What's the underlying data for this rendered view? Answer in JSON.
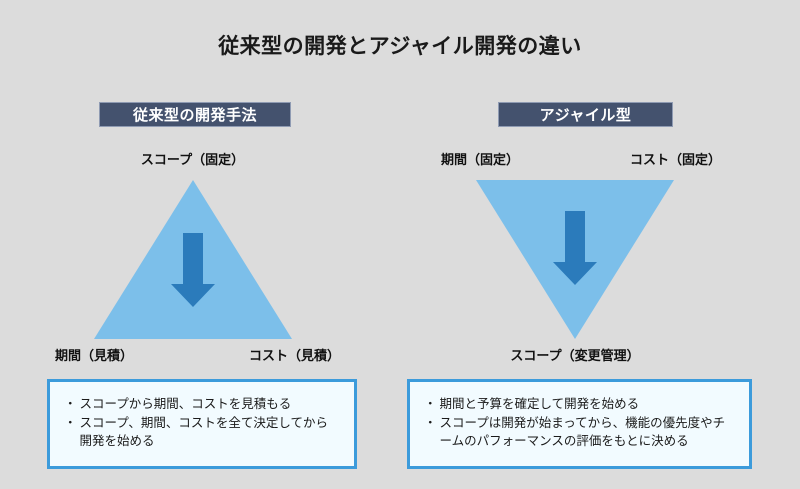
{
  "slide": {
    "title": "従来型の開発とアジャイル開発の違い",
    "background_color": "#dcdcdc"
  },
  "colors": {
    "badge_fill": "#44526e",
    "badge_border": "#8f9bb3",
    "triangle_fill": "#7cbfea",
    "arrow_fill": "#2b7bbb",
    "box_border": "#3c9bdb",
    "box_fill": "#f2fbff",
    "text": "#111111"
  },
  "columns": [
    {
      "id": "traditional",
      "badge": "従来型の開発手法",
      "triangle": {
        "orientation": "up",
        "arrow": "down-arrow-icon"
      },
      "labels": {
        "top": "スコープ（固定）",
        "bottom_left": "期間（見積）",
        "bottom_right": "コスト（見積）"
      },
      "description": [
        {
          "bullet": "・",
          "text": "スコープから期間、コストを見積もる"
        },
        {
          "bullet": "・",
          "text": "スコープ、期間、コストを全て決定してから開発を始める"
        }
      ]
    },
    {
      "id": "agile",
      "badge": "アジャイル型",
      "triangle": {
        "orientation": "down",
        "arrow": "down-arrow-icon"
      },
      "labels": {
        "top_left": "期間（固定）",
        "top_right": "コスト（固定）",
        "bottom": "スコープ（変更管理）"
      },
      "description": [
        {
          "bullet": "・",
          "text": "期間と予算を確定して開発を始める"
        },
        {
          "bullet": "・",
          "text": "スコープは開発が始まってから、機能の優先度やチームのパフォーマンスの評価をもとに決める"
        }
      ]
    }
  ]
}
